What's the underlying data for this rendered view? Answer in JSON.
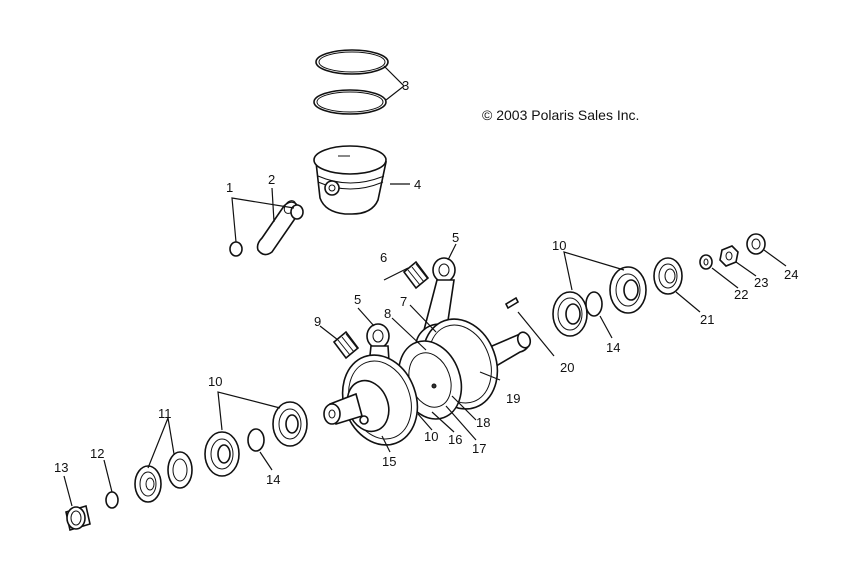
{
  "copyright": "© 2003 Polaris Sales Inc.",
  "callouts": [
    {
      "id": "c1",
      "label": "1"
    },
    {
      "id": "c2",
      "label": "2"
    },
    {
      "id": "c3",
      "label": "3"
    },
    {
      "id": "c4",
      "label": "4"
    },
    {
      "id": "c5a",
      "label": "5"
    },
    {
      "id": "c5b",
      "label": "5"
    },
    {
      "id": "c6",
      "label": "6"
    },
    {
      "id": "c7",
      "label": "7"
    },
    {
      "id": "c8",
      "label": "8"
    },
    {
      "id": "c9",
      "label": "9"
    },
    {
      "id": "c10a",
      "label": "10"
    },
    {
      "id": "c10b",
      "label": "10"
    },
    {
      "id": "c10c",
      "label": "10"
    },
    {
      "id": "c11",
      "label": "11"
    },
    {
      "id": "c12",
      "label": "12"
    },
    {
      "id": "c13",
      "label": "13"
    },
    {
      "id": "c14a",
      "label": "14"
    },
    {
      "id": "c14b",
      "label": "14"
    },
    {
      "id": "c15",
      "label": "15"
    },
    {
      "id": "c16",
      "label": "16"
    },
    {
      "id": "c17",
      "label": "17"
    },
    {
      "id": "c18",
      "label": "18"
    },
    {
      "id": "c19",
      "label": "19"
    },
    {
      "id": "c20",
      "label": "20"
    },
    {
      "id": "c21",
      "label": "21"
    },
    {
      "id": "c22",
      "label": "22"
    },
    {
      "id": "c23",
      "label": "23"
    },
    {
      "id": "c24",
      "label": "24"
    }
  ]
}
